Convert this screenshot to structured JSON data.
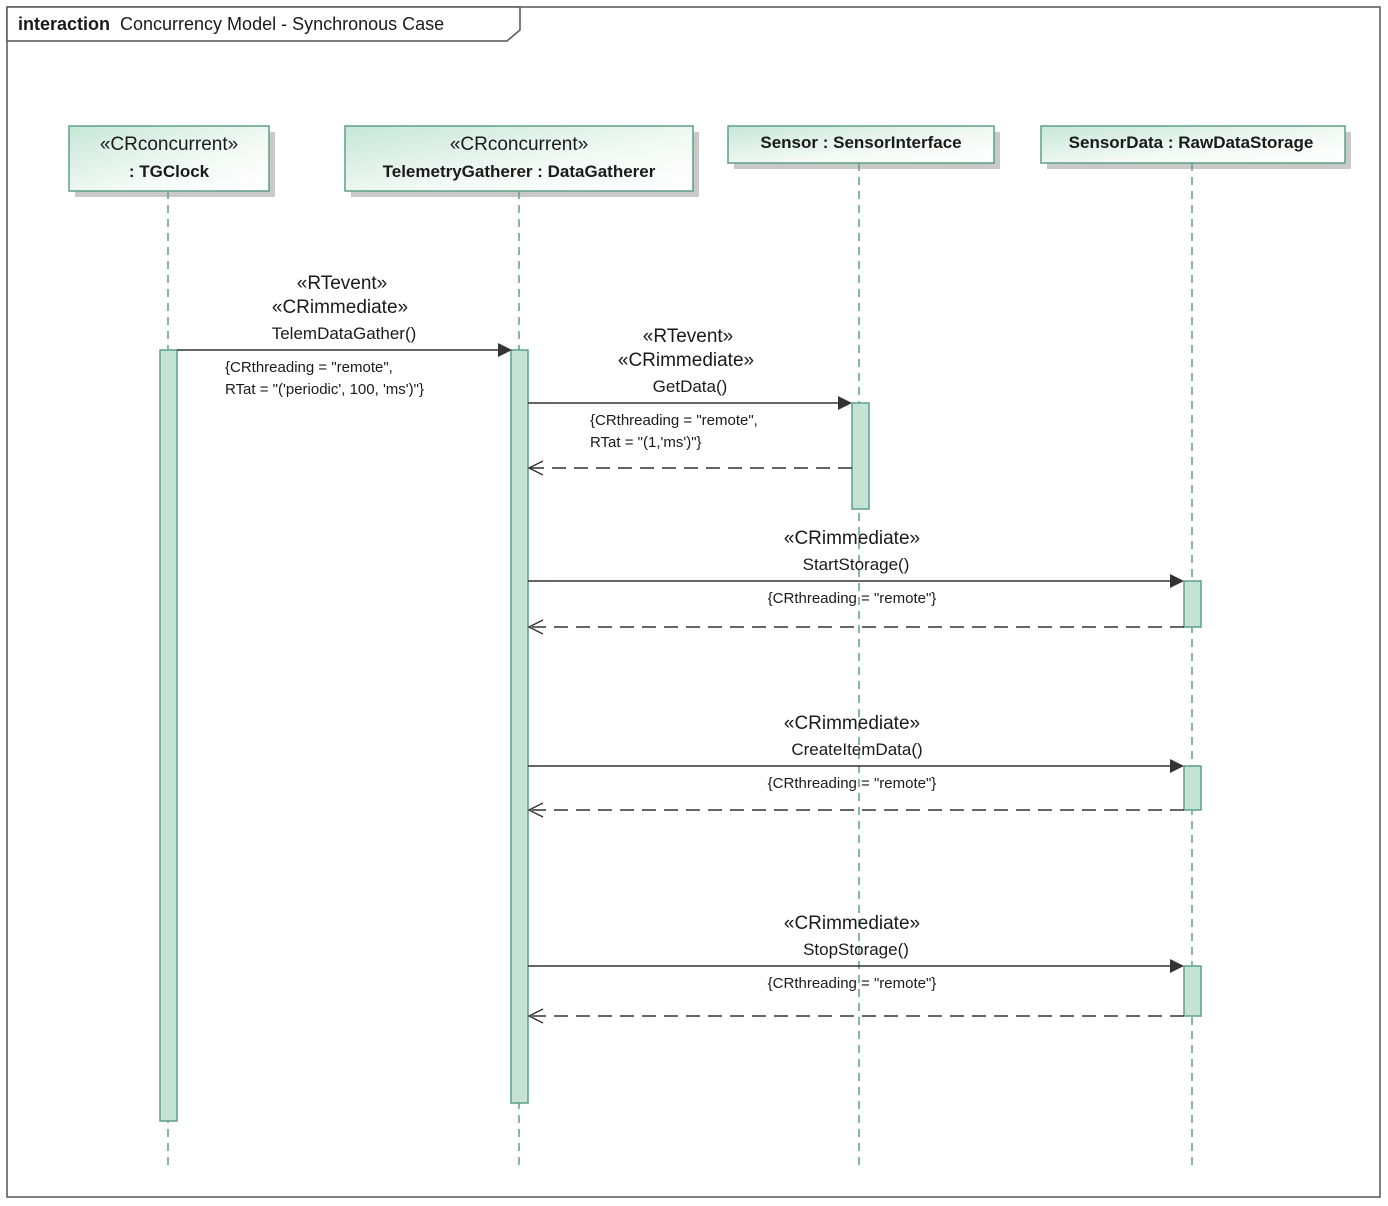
{
  "frame": {
    "keyword": "interaction",
    "title": "Concurrency Model - Synchronous Case"
  },
  "lifelines": [
    {
      "id": "tgclock",
      "stereotype": "«CRconcurrent»",
      "name": ": TGClock"
    },
    {
      "id": "gatherer",
      "stereotype": "«CRconcurrent»",
      "name": "TelemetryGatherer : DataGatherer"
    },
    {
      "id": "sensor",
      "stereotype": "",
      "name": "Sensor : SensorInterface"
    },
    {
      "id": "storage",
      "stereotype": "",
      "name": "SensorData : RawDataStorage"
    }
  ],
  "messages": [
    {
      "from": "tgclock",
      "to": "gatherer",
      "stereotypes": [
        "«RTevent»",
        "«CRimmediate»"
      ],
      "name": "TelemDataGather()",
      "constraint": [
        "{CRthreading = \"remote\",",
        "RTat = \"('periodic', 100, 'ms')\"}"
      ]
    },
    {
      "from": "gatherer",
      "to": "sensor",
      "stereotypes": [
        "«RTevent»",
        "«CRimmediate»"
      ],
      "name": "GetData()",
      "constraint": [
        "{CRthreading = \"remote\",",
        "RTat = \"(1,'ms')\"}"
      ]
    },
    {
      "from": "gatherer",
      "to": "storage",
      "stereotypes": [
        "«CRimmediate»"
      ],
      "name": "StartStorage()",
      "constraint": [
        "{CRthreading = \"remote\"}"
      ]
    },
    {
      "from": "gatherer",
      "to": "storage",
      "stereotypes": [
        "«CRimmediate»"
      ],
      "name": "CreateItemData()",
      "constraint": [
        "{CRthreading = \"remote\"}"
      ]
    },
    {
      "from": "gatherer",
      "to": "storage",
      "stereotypes": [
        "«CRimmediate»"
      ],
      "name": "StopStorage()",
      "constraint": [
        "{CRthreading = \"remote\"}"
      ]
    }
  ],
  "colors": {
    "activation_fill": "#c4e3d5",
    "lifeline_stroke": "#5f9f86",
    "head_gradient_top": "#c7e6d8",
    "frame_stroke": "#555555"
  }
}
